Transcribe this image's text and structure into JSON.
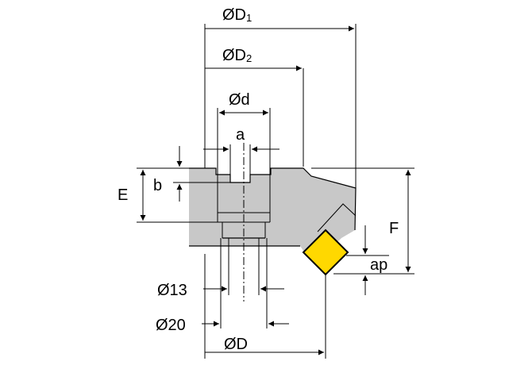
{
  "diagram": {
    "colors": {
      "body_fill": "#c8c8c8",
      "insert_fill": "#ffd800",
      "line": "#000000",
      "background": "#ffffff"
    },
    "labels": {
      "D1_main": "ØD",
      "D1_sub": "1",
      "D2_main": "ØD",
      "D2_sub": "2",
      "d": "Ød",
      "a": "a",
      "b": "b",
      "E": "E",
      "F": "F",
      "ap": "ap",
      "d13": "Ø13",
      "d20": "Ø20",
      "D": "ØD"
    }
  }
}
